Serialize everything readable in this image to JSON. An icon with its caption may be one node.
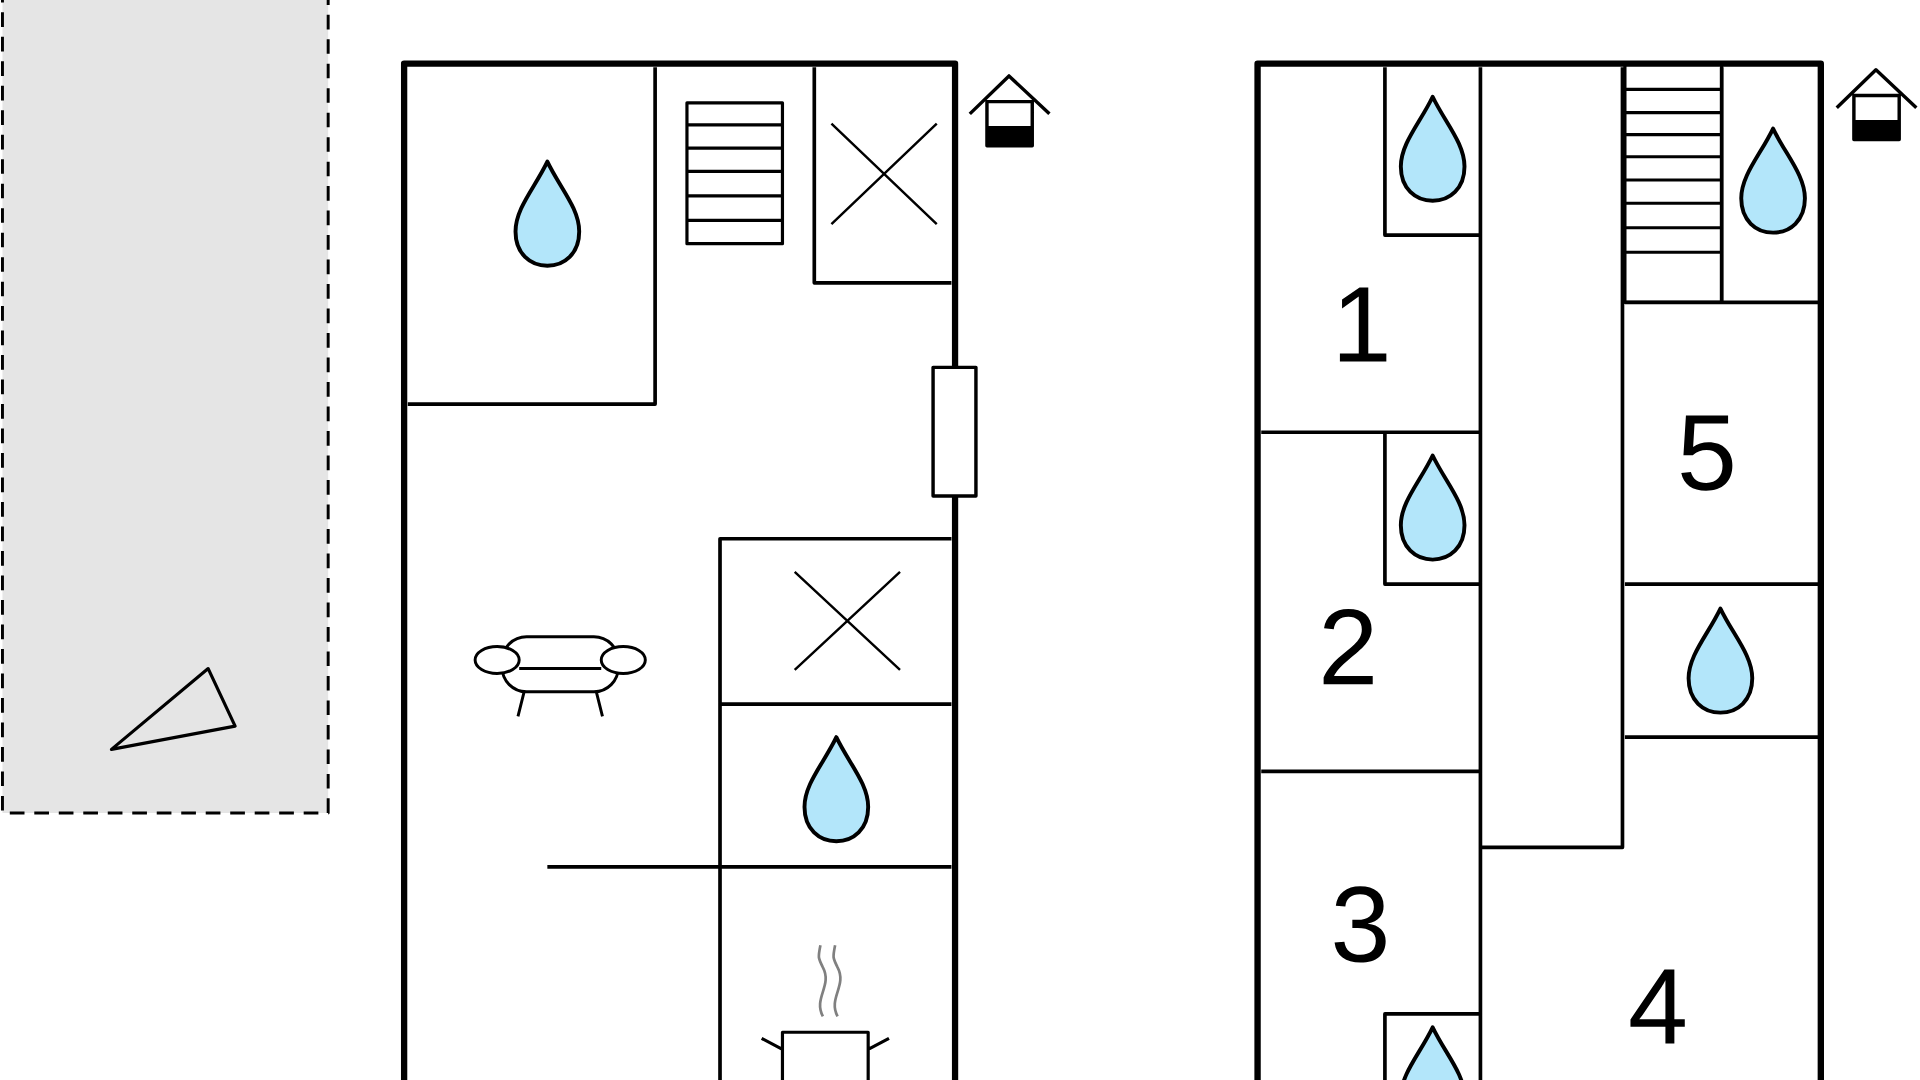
{
  "diagram": {
    "labels": [
      "1",
      "5",
      "2",
      "3",
      "4"
    ]
  }
}
